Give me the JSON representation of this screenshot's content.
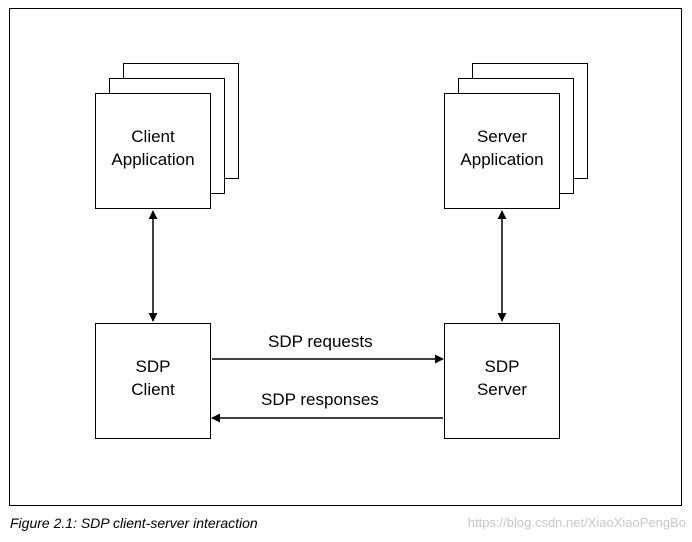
{
  "nodes": {
    "client_app": {
      "line1": "Client",
      "line2": "Application"
    },
    "server_app": {
      "line1": "Server",
      "line2": "Application"
    },
    "sdp_client": {
      "line1": "SDP",
      "line2": "Client"
    },
    "sdp_server": {
      "line1": "SDP",
      "line2": "Server"
    }
  },
  "edges": {
    "requests": "SDP requests",
    "responses": "SDP responses"
  },
  "caption": "Figure 2.1:  SDP client-server interaction",
  "watermark": "https://blog.csdn.net/XiaoXiaoPengBo",
  "colors": {
    "stroke": "#000000",
    "background": "#ffffff",
    "watermark": "#c7c7c7"
  }
}
